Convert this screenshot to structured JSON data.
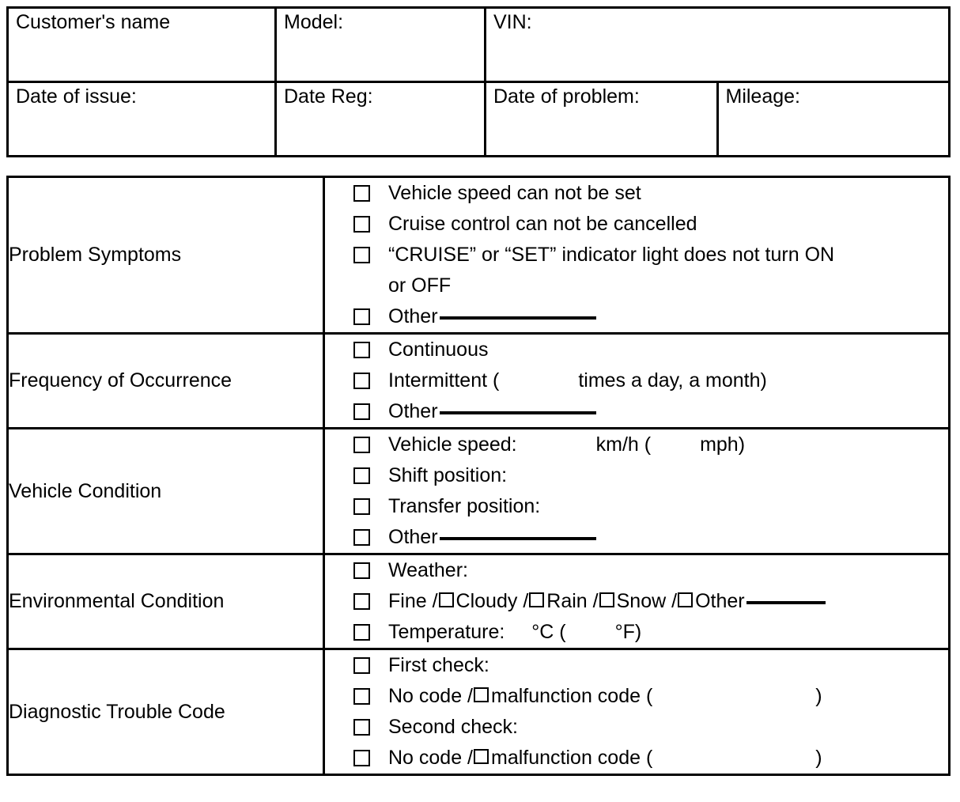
{
  "header_table": {
    "rows": [
      [
        {
          "label": "Customer's name"
        },
        {
          "label": "Model:"
        },
        {
          "label": "VIN:"
        }
      ],
      [
        {
          "label": "Date of issue:"
        },
        {
          "label": "Date Reg:"
        },
        {
          "label": "Date of problem:"
        },
        {
          "label": "Mileage:"
        }
      ]
    ]
  },
  "sections": [
    {
      "title": "Problem Symptoms",
      "items": [
        {
          "text": "Vehicle speed can not be set"
        },
        {
          "text": "Cruise control can not be cancelled"
        },
        {
          "text": "“CRUISE” or “SET” indicator light does not turn ON",
          "wrap": "or OFF"
        },
        {
          "text": "Other",
          "blank": "large"
        }
      ]
    },
    {
      "title": "Frequency of Occurrence",
      "items": [
        {
          "text": "Continuous"
        },
        {
          "text": "Intermittent (",
          "gap": "large",
          "tail": "times a day, a month)"
        },
        {
          "text": "Other",
          "blank": "large"
        }
      ]
    },
    {
      "title": "Vehicle Condition",
      "items": [
        {
          "text": "Vehicle speed:",
          "gap": "large",
          "tail": "km/h (",
          "gap2": "medium",
          "tail2": "mph)"
        },
        {
          "text": "Shift position:"
        },
        {
          "text": "Transfer position:"
        },
        {
          "text": "Other",
          "blank": "large"
        }
      ]
    },
    {
      "title": "Environmental Condition",
      "items": [
        {
          "text": "Weather:"
        },
        {
          "text": "Fine",
          "weather_row": true
        },
        {
          "text": "Temperature:",
          "gap": "small",
          "tail": "°C (",
          "gap2": "medium",
          "tail2": "°F)"
        }
      ]
    },
    {
      "title": "Diagnostic Trouble Code",
      "items": [
        {
          "text": "First check:"
        },
        {
          "text": "No code /",
          "inline_box": true,
          "tail": "malfunction code (",
          "gap2": "xlarge",
          "tail2": ")"
        },
        {
          "text": "Second check:"
        },
        {
          "text": "No code /",
          "inline_box": true,
          "tail": "malfunction code (",
          "gap2": "xlarge",
          "tail2": ")"
        }
      ]
    }
  ],
  "weather_options": [
    {
      "label": "Fine",
      "leading_box": true
    },
    {
      "label": "Cloudy"
    },
    {
      "label": "Rain"
    },
    {
      "label": "Snow"
    },
    {
      "label": "Other"
    }
  ],
  "weather_separator": "/",
  "colors": {
    "border": "#000000",
    "text": "#000000",
    "background": "#ffffff"
  }
}
